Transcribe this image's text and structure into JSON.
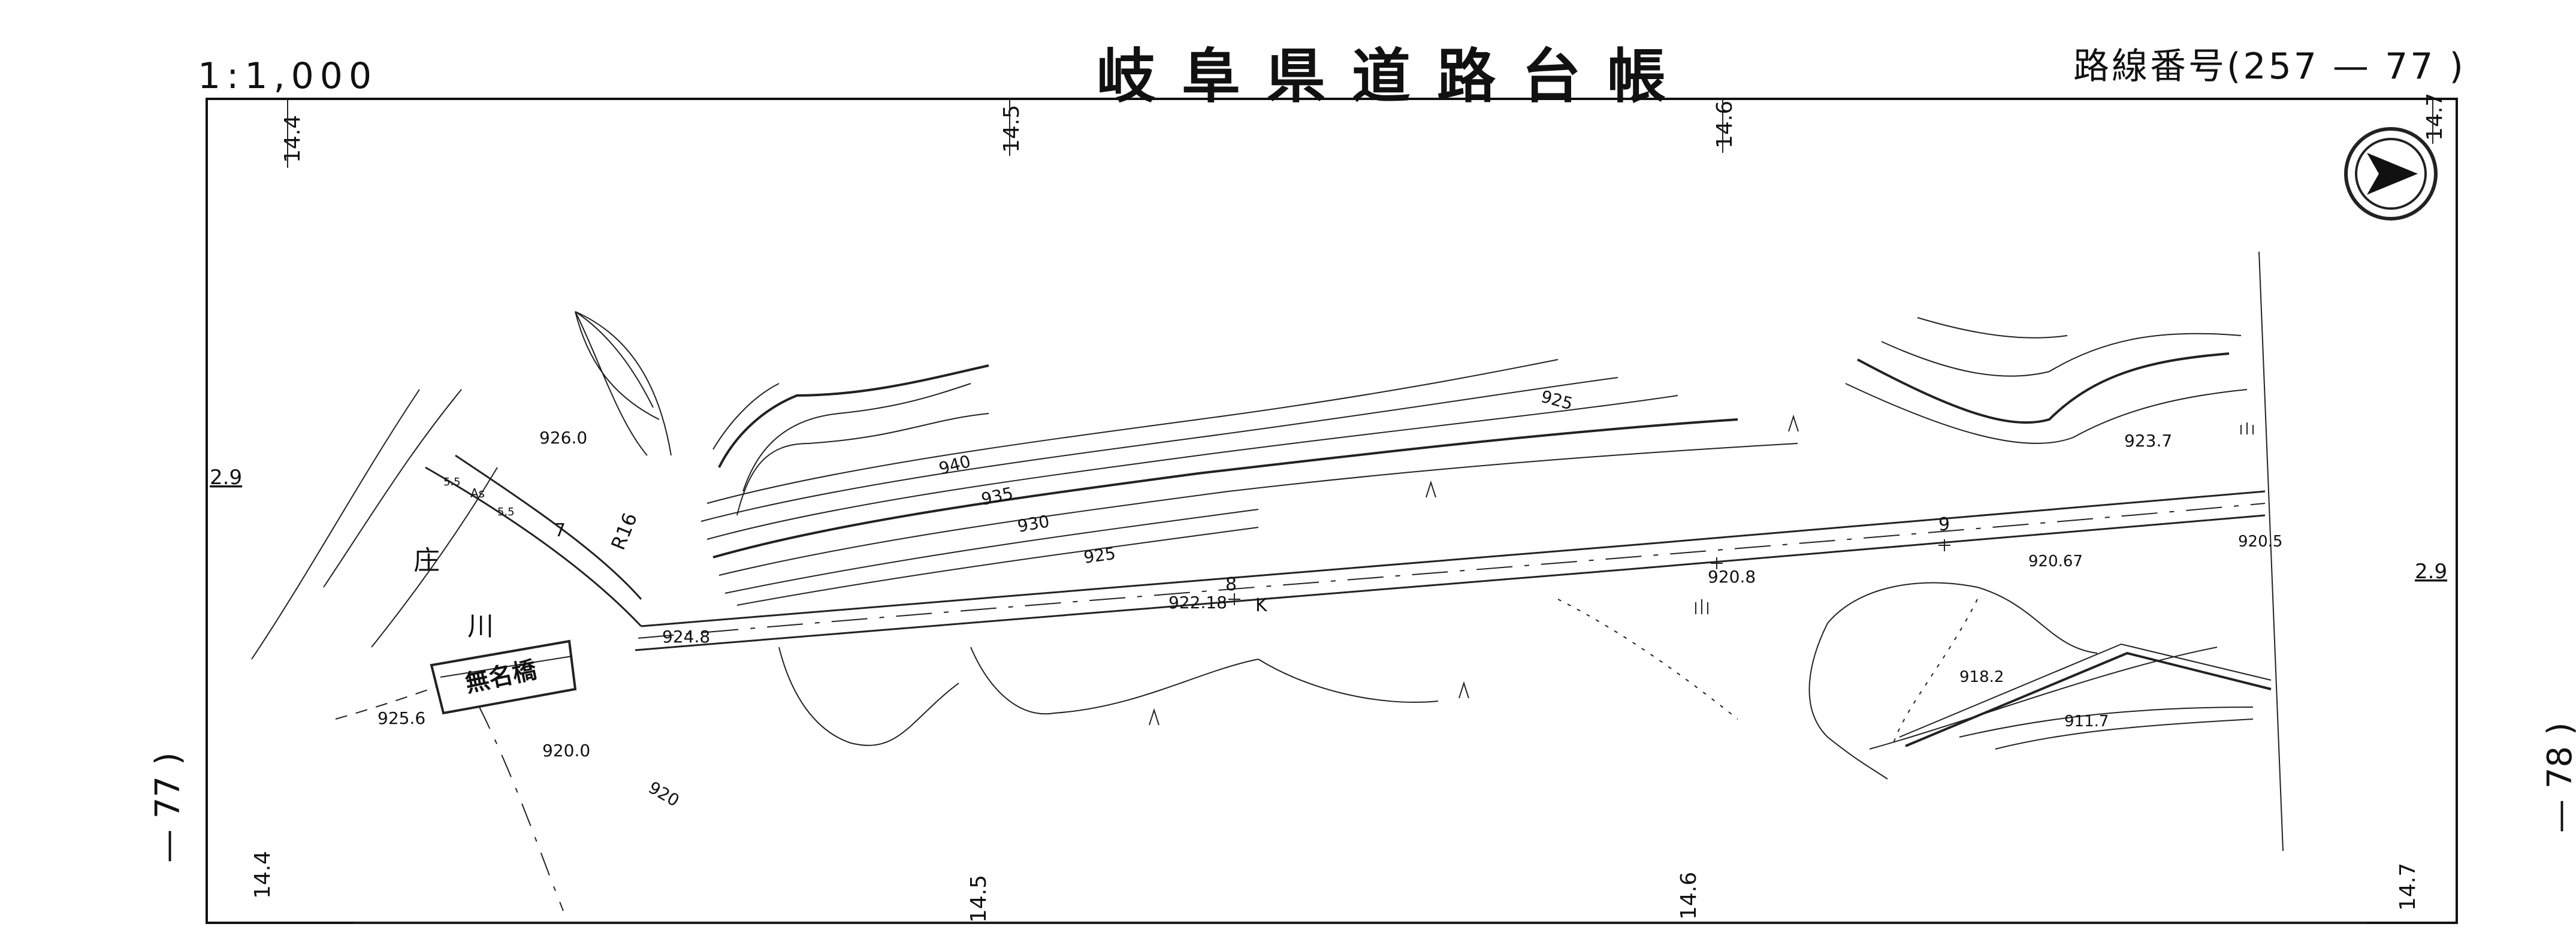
{
  "header": {
    "scale": "1:1,000",
    "title": "岐阜県道路台帳",
    "route": "路線番号(257 — 77 )"
  },
  "edges": {
    "left": "— 77 )",
    "right": "— 78 )"
  },
  "grid": {
    "top_labels": [
      "14.4",
      "14.5",
      "14.6",
      "14.7"
    ],
    "bottom_labels": [
      "14.4",
      "14.5",
      "14.6",
      "14.7"
    ],
    "left_label": "2.9",
    "right_label": "2.9"
  },
  "contours": [
    "940",
    "935",
    "930",
    "925",
    "925",
    "920"
  ],
  "elevations": [
    "926.0",
    "924.8",
    "925.6",
    "920.0",
    "922.18",
    "920.8",
    "920.67",
    "920.5",
    "923.7",
    "918.2",
    "911.7"
  ],
  "stations": [
    "7",
    "8",
    "9",
    "K"
  ],
  "river": {
    "name1": "庄",
    "name2": "川"
  },
  "bridge": {
    "name": "無名橋",
    "labels": [
      "R16",
      "As",
      "5.5",
      "5.5"
    ]
  },
  "north_arrow_icon": "north-arrow-icon"
}
